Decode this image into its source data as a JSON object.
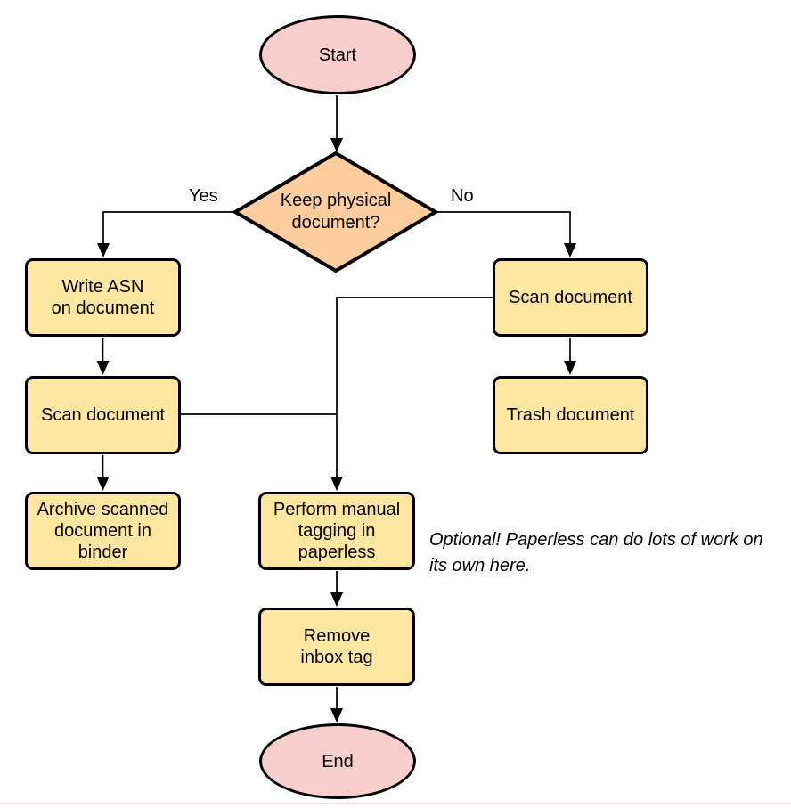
{
  "diagram": {
    "kind": "flowchart",
    "colors": {
      "terminal_fill": "#f8cecc",
      "decision_fill": "#ffcc9e",
      "process_fill": "#ffe6a1",
      "stroke": "#000000",
      "background": "#ffffff"
    },
    "nodes": {
      "start": {
        "type": "terminal",
        "label": "Start"
      },
      "decision": {
        "type": "decision",
        "label": "Keep physical\ndocument?"
      },
      "write_asn": {
        "type": "process",
        "label": "Write ASN\non document"
      },
      "scan_left": {
        "type": "process",
        "label": "Scan document"
      },
      "archive": {
        "type": "process",
        "label": "Archive scanned\ndocument in\nbinder"
      },
      "scan_right": {
        "type": "process",
        "label": "Scan document"
      },
      "trash": {
        "type": "process",
        "label": "Trash document"
      },
      "tagging": {
        "type": "process",
        "label": "Perform manual\ntagging in\npaperless"
      },
      "remove_inbox": {
        "type": "process",
        "label": "Remove\ninbox tag"
      },
      "end": {
        "type": "terminal",
        "label": "End"
      }
    },
    "edge_labels": {
      "yes": "Yes",
      "no": "No"
    },
    "edges": [
      "start -> decision",
      "decision -Yes-> write_asn",
      "decision -No-> scan_right",
      "write_asn -> scan_left",
      "scan_left -> archive",
      "scan_left -> tagging",
      "scan_right -> trash",
      "scan_right -> tagging",
      "tagging -> remove_inbox",
      "remove_inbox -> end"
    ],
    "note": "Optional! Paperless can do lots of work on\nits own here."
  }
}
